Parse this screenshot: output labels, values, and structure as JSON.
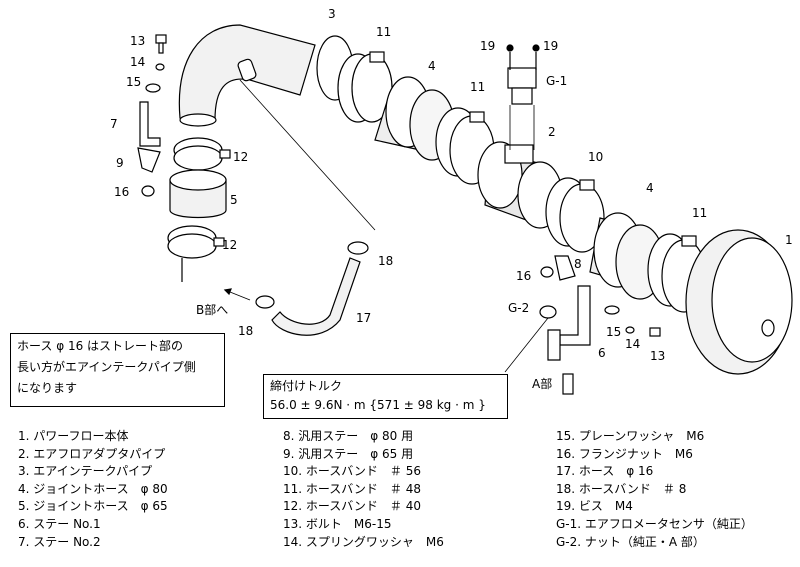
{
  "labels": {
    "p1": "1",
    "p2": "2",
    "p3": "3",
    "p4a": "4",
    "p4b": "4",
    "p5": "5",
    "p6": "6",
    "p7": "7",
    "p8": "8",
    "p9": "9",
    "p10": "10",
    "p11a": "11",
    "p11b": "11",
    "p11c": "11",
    "p12a": "12",
    "p12b": "12",
    "p13a": "13",
    "p13b": "13",
    "p14a": "14",
    "p14b": "14",
    "p15a": "15",
    "p15b": "15",
    "p16a": "16",
    "p16b": "16",
    "p17": "17",
    "p18a": "18",
    "p18b": "18",
    "p19a": "19",
    "p19b": "19",
    "g1": "G-1",
    "g2": "G-2",
    "to_b": "B部へ",
    "a_part": "A部"
  },
  "note": {
    "line1": "ホース φ 16 はストレート部の",
    "line2": "長い方がエアインテークパイプ側",
    "line3": "になります"
  },
  "torque": {
    "title": "締付けトルク",
    "value": "56.0 ± 9.6N · m {571 ± 98 kg · m }"
  },
  "legend": {
    "col1": [
      "1. パワーフロー本体",
      "2. エアフロアダプタパイプ",
      "3. エアインテークパイプ",
      "4. ジョイントホース　φ 80",
      "5. ジョイントホース　φ 65",
      "6. ステー No.1",
      "7. ステー No.2"
    ],
    "col2": [
      "8. 汎用ステー　φ 80 用",
      "9. 汎用ステー　φ 65 用",
      "10. ホースバンド　＃ 56",
      "11. ホースバンド　＃ 48",
      "12. ホースバンド　＃ 40",
      "13. ボルト　M6-15",
      "14. スプリングワッシャ　M6"
    ],
    "col3": [
      "15. プレーンワッシャ　M6",
      "16. フランジナット　M6",
      "17. ホース　φ 16",
      "18. ホースバンド　＃ 8",
      "19. ビス　M4",
      "G-1. エアフロメータセンサ（純正）",
      "G-2. ナット（純正・A 部）"
    ]
  }
}
